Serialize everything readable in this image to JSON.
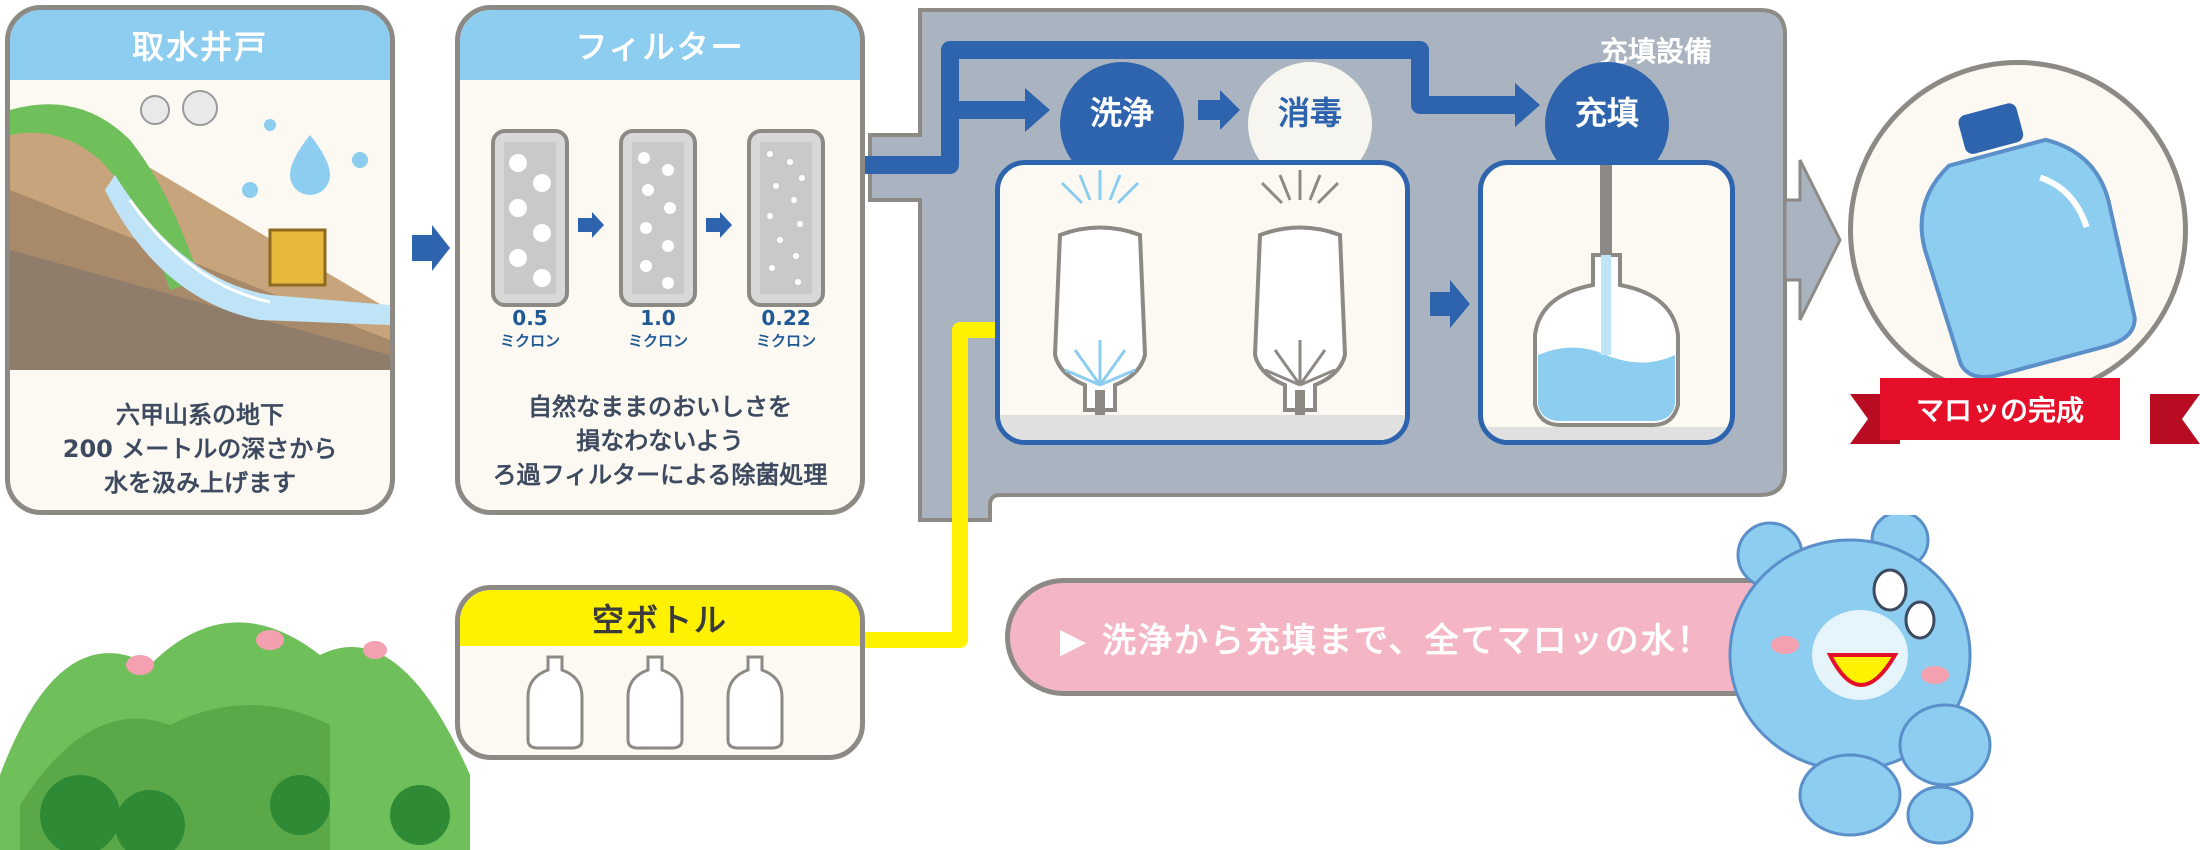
{
  "well": {
    "title": "取水井戸",
    "description": [
      "六甲山系の地下",
      "200 メートルの深さから",
      "水を汲み上げます"
    ]
  },
  "filter": {
    "title": "フィルター",
    "filters": [
      {
        "value": "0.5",
        "unit": "ミクロン"
      },
      {
        "value": "1.0",
        "unit": "ミクロン"
      },
      {
        "value": "0.22",
        "unit": "ミクロン"
      }
    ],
    "description": [
      "自然なままのおいしさを",
      "損なわないよう",
      "ろ過フィルターによる除菌処理"
    ]
  },
  "facility": {
    "title": "充填設備",
    "steps": {
      "wash": "洗浄",
      "disinfect": "消毒",
      "fill": "充填"
    }
  },
  "empty_bottle": {
    "title": "空ボトル"
  },
  "completion": {
    "label": "マロッの完成"
  },
  "message": {
    "text": "▶ 洗浄から充填まで、全てマロッの水！"
  },
  "colors": {
    "accent_blue": "#2e64ad",
    "header_blue": "#8ccdf0",
    "yellow": "#fff200",
    "facility_gray": "#a9b4c0",
    "pink": "#f4b6c4",
    "red": "#e60f2a",
    "green": "#6fbf5a"
  }
}
